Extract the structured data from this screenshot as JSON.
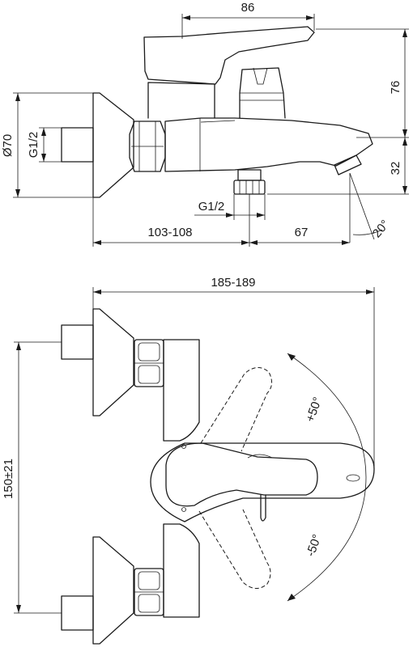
{
  "dimensions": {
    "lever_width": "86",
    "height_top": "76",
    "pipe_thread": "G1/2",
    "flange_diameter": "Ø70",
    "bottom_offset": "32",
    "outlet_thread": "G1/2",
    "spout_angle": "20°",
    "wall_to_outlet": "103-108",
    "outlet_to_spout": "67",
    "total_width": "185-189",
    "center_distance": "150±21",
    "rotation_plus": "+50°",
    "rotation_minus": "-50°"
  }
}
